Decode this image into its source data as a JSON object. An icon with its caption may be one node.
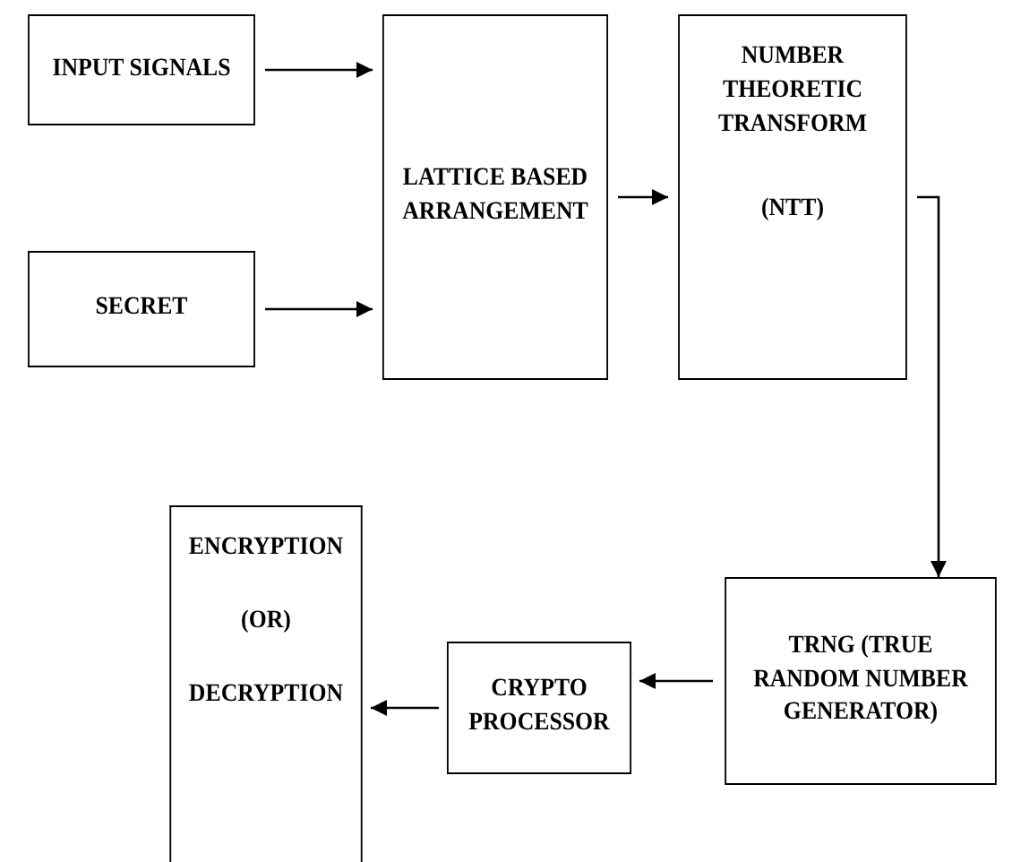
{
  "diagram": {
    "nodes": [
      {
        "text": [
          "INPUT SIGNALS"
        ]
      },
      {
        "text": [
          "SECRET"
        ]
      },
      {
        "text": [
          "LATTICE BASED ARRANGEMENT"
        ]
      },
      {
        "text": [
          "NUMBER THEORETIC TRANSFORM",
          "(NTT)"
        ]
      },
      {
        "text": [
          "TRNG (TRUE RANDOM NUMBER GENERATOR)"
        ]
      },
      {
        "text": [
          "CRYPTO PROCESSOR"
        ]
      },
      {
        "text": [
          "ENCRYPTION",
          "(OR)",
          "DECRYPTION"
        ]
      }
    ],
    "edges": [
      {
        "from": 0,
        "to": 2,
        "arrow": "to"
      },
      {
        "from": 1,
        "to": 2,
        "arrow": "to"
      },
      {
        "from": 2,
        "to": 3,
        "arrow": "to"
      },
      {
        "from": 3,
        "to": 4,
        "arrow": "to"
      },
      {
        "from": 4,
        "to": 5,
        "arrow": "to"
      },
      {
        "from": 5,
        "to": 6,
        "arrow": "to"
      }
    ]
  }
}
